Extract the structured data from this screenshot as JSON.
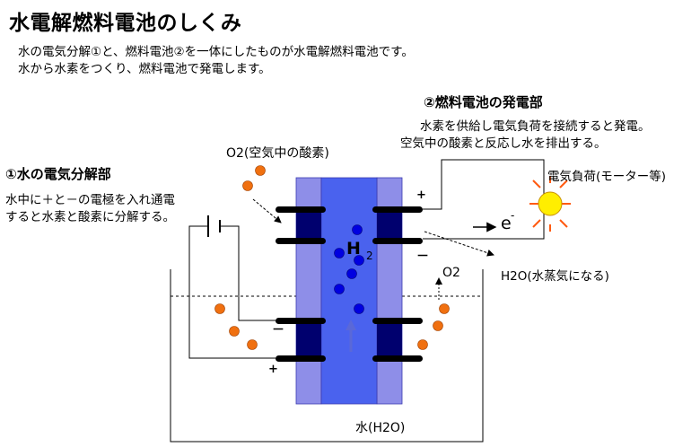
{
  "title": "水電解燃料電池のしくみ",
  "intro": {
    "line1": "水の電気分解①と、燃料電池②を一体にしたものが水電解燃料電池です。",
    "line2": "水から水素をつくり、燃料電池で発電します。"
  },
  "section1": {
    "title": "①水の電気分解部",
    "line1": "水中に＋と－の電極を入れ通電",
    "line2": "すると水素と酸素に分解する。"
  },
  "section2": {
    "title": "②燃料電池の発電部",
    "line1": "水素を供給し電気負荷を接続すると発電。",
    "line2": "空気中の酸素と反応し水を排出する。"
  },
  "labels": {
    "o2_air": "O2(空気中の酸素)",
    "electric_load": "電気負荷(モーター等)",
    "h2o_vapor": "H2O(水蒸気になる)",
    "o2_out": "O2",
    "water": "水(H2O)",
    "plus_top": "+",
    "minus_top": "－",
    "minus_bottom": "－",
    "plus_bottom": "+",
    "h2": "H",
    "h2_subscript": "2",
    "electron": "e",
    "electron_superscript": "-"
  },
  "colors": {
    "outer_membrane": "#8e8ee8",
    "inner_channel": "#4a62ee",
    "electrode": "#00006e",
    "hydrogen": "#0000e0",
    "oxygen": "#f07010",
    "lamp": "#ffee00",
    "lamp_rays": "#ff5a10"
  }
}
